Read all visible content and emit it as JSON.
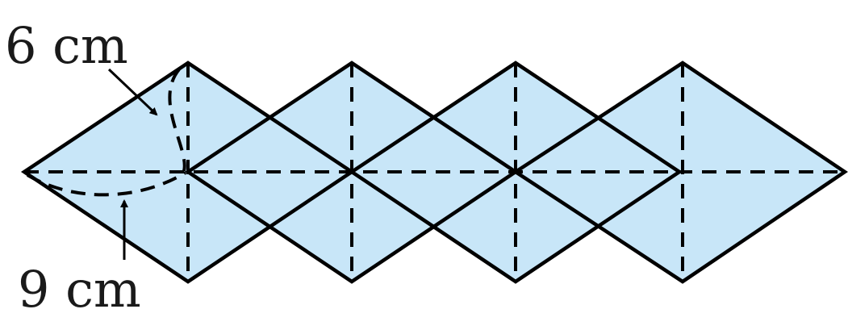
{
  "labels": {
    "top_measure": "6 cm",
    "bottom_measure": "9 cm"
  },
  "colors": {
    "fill": "#c8e6f8",
    "stroke": "#000000"
  },
  "diagram": {
    "rhombus_count": 4,
    "description_of_marks": [
      "rhombus",
      "dashed-diagonal",
      "measure-arrow"
    ]
  }
}
